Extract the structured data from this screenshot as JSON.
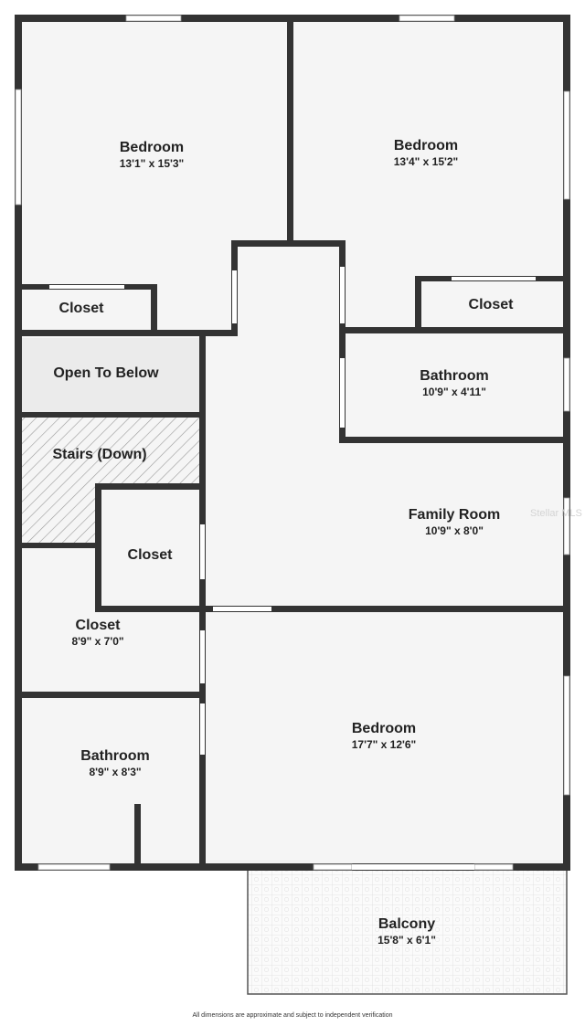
{
  "rooms": {
    "bedroom_nw": {
      "name": "Bedroom",
      "dims": "13'1\" x 15'3\""
    },
    "bedroom_ne": {
      "name": "Bedroom",
      "dims": "13'4\" x 15'2\""
    },
    "closet_nw": {
      "name": "Closet"
    },
    "closet_ne": {
      "name": "Closet"
    },
    "open_to_below": {
      "name": "Open To Below"
    },
    "bathroom_upper": {
      "name": "Bathroom",
      "dims": "10'9\" x 4'11\""
    },
    "stairs": {
      "name": "Stairs (Down)"
    },
    "family_room": {
      "name": "Family Room",
      "dims": "10'9\" x 8'0\""
    },
    "closet_mid": {
      "name": "Closet"
    },
    "closet_walkin": {
      "name": "Closet",
      "dims": "8'9\" x 7'0\""
    },
    "bedroom_s": {
      "name": "Bedroom",
      "dims": "17'7\" x 12'6\""
    },
    "bathroom_lower": {
      "name": "Bathroom",
      "dims": "8'9\" x 8'3\""
    },
    "balcony": {
      "name": "Balcony",
      "dims": "15'8\" x 6'1\""
    }
  },
  "watermark": "Stellar MLS",
  "disclaimer": "All dimensions are approximate and subject to independent verification",
  "colors": {
    "wall": "#333333",
    "floor": "#f5f5f5",
    "open_area": "#ebebeb",
    "window": "#ffffff",
    "hatch": "#9a9a9a"
  }
}
